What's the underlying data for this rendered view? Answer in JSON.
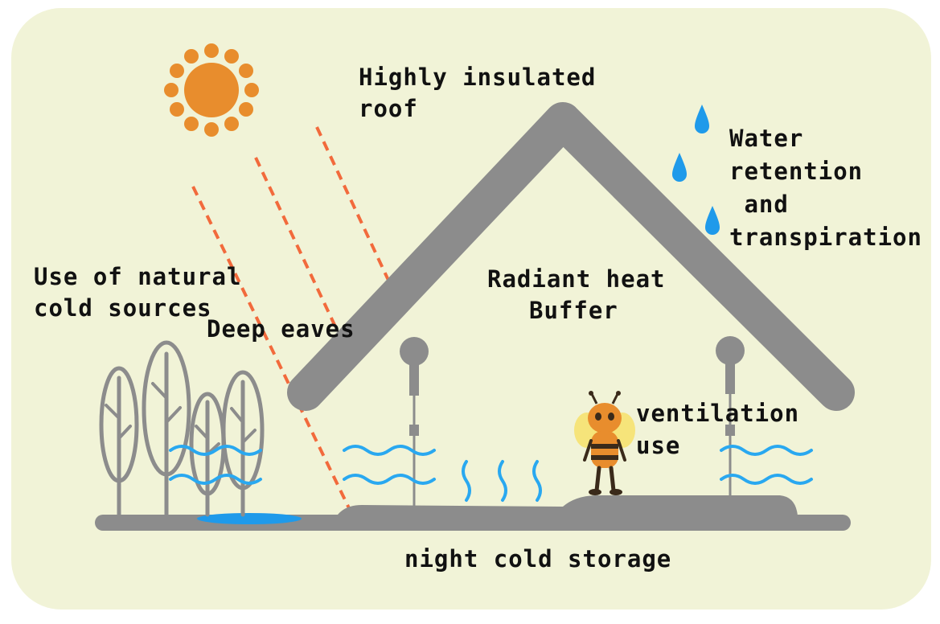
{
  "labels": {
    "roof": [
      "Highly insulated",
      "roof"
    ],
    "water": [
      "Water",
      "retention",
      " and",
      "transpiration"
    ],
    "natural": [
      "Use of natural",
      "cold sources"
    ],
    "eaves": "Deep eaves",
    "radiant": [
      "Radiant heat",
      "Buffer"
    ],
    "ventilation": [
      "ventilation",
      "use"
    ],
    "night": "night cold storage"
  },
  "colors": {
    "background": "#f1f3d7",
    "structure": "#8c8c8c",
    "sun": "#e88d2d",
    "sun_ray": "#f26a3c",
    "water": "#1f9aea",
    "wave": "#29a8f0"
  },
  "icons": {
    "sun": "sun-icon",
    "drop": "water-drop-icon",
    "bee": "bee-mascot-icon",
    "tree": "tree-icon"
  }
}
